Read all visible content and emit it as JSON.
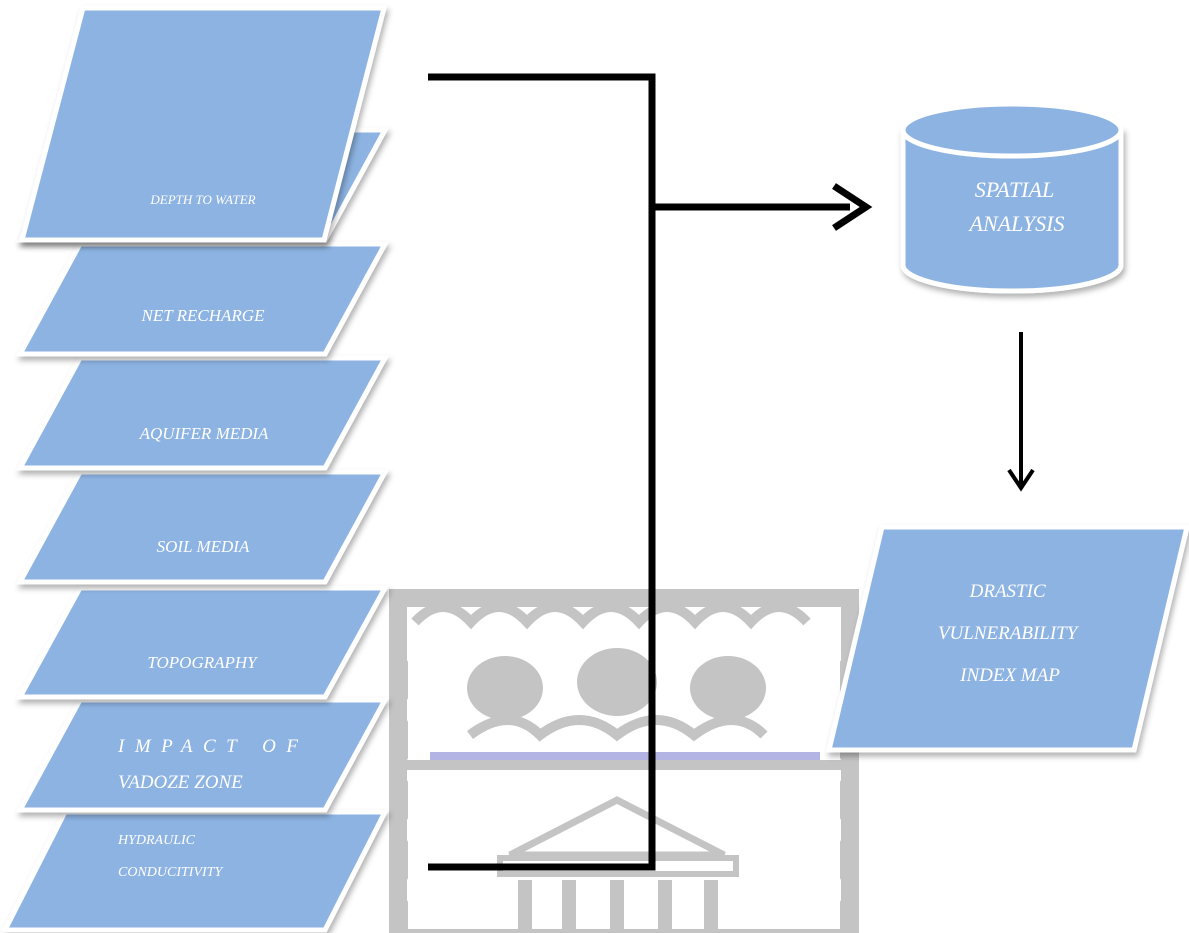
{
  "diagram": {
    "colors": {
      "shape_fill": "#8db3e2",
      "shape_border": "#ffffff",
      "connector": "#000000",
      "label": "#ffffff",
      "watermark": "#c4c4c4",
      "watermark_accent": "#b4b4e4"
    },
    "layers": [
      {
        "id": "depth-to-water",
        "lines": [
          "DEPTH TO WATER"
        ]
      },
      {
        "id": "net-recharge",
        "lines": [
          "NET RECHARGE"
        ]
      },
      {
        "id": "aquifer-media",
        "lines": [
          "AQUIFER MEDIA"
        ]
      },
      {
        "id": "soil-media",
        "lines": [
          "SOIL MEDIA"
        ]
      },
      {
        "id": "topography",
        "lines": [
          "TOPOGRAPHY"
        ]
      },
      {
        "id": "impact-of-vadoze-zone",
        "lines": [
          "IMPACT OF",
          "VADOZE ZONE"
        ]
      },
      {
        "id": "hydraulic-conductivity",
        "lines": [
          "HYDRAULIC",
          "CONDUCITIVITY"
        ]
      }
    ],
    "process": {
      "icon": "database-cylinder-icon",
      "lines": [
        "SPATIAL",
        "ANALYSIS"
      ]
    },
    "output": {
      "lines": [
        "DRASTIC",
        "VULNERABILITY",
        "INDEX MAP"
      ]
    },
    "watermark": {
      "icon": "university-crest-icon"
    }
  }
}
